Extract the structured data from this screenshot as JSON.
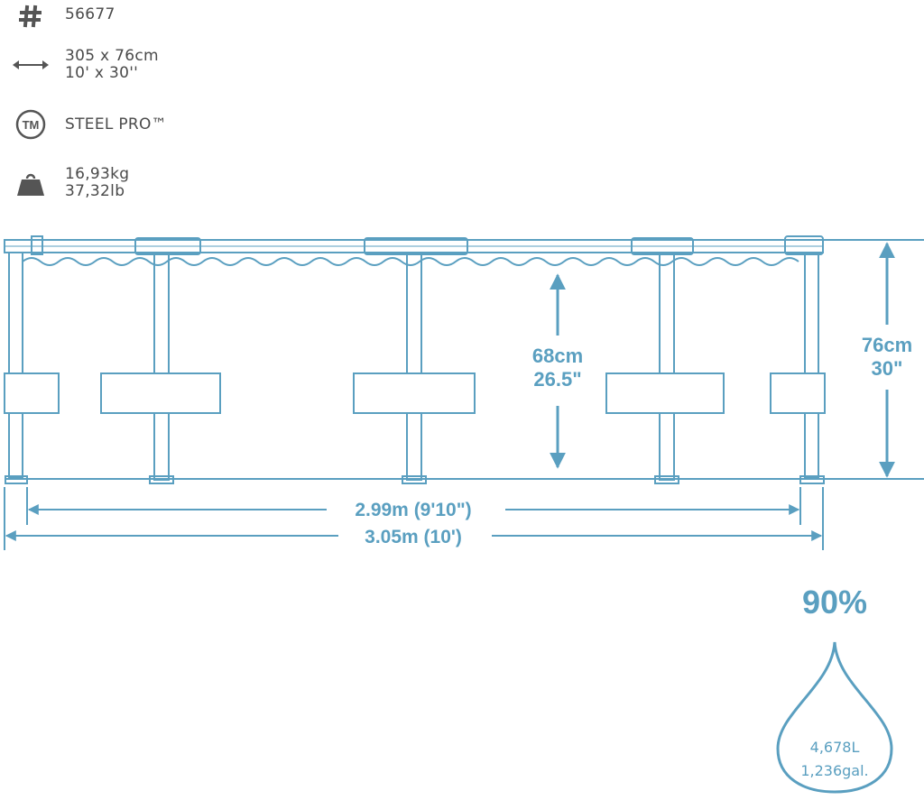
{
  "specs": {
    "item_number": "56677",
    "size_metric": "305 x 76cm",
    "size_imperial": "10' x 30''",
    "brand": "STEEL PRO™",
    "weight_kg": "16,93kg",
    "weight_lb": "37,32lb",
    "tm_badge": "TM"
  },
  "dimensions": {
    "water_height_cm": "68cm",
    "water_height_in": "26.5\"",
    "wall_height_cm": "76cm",
    "wall_height_in": "30\"",
    "inner_width": "2.99m (9'10\")",
    "outer_width": "3.05m (10')"
  },
  "capacity": {
    "fill_percent": "90%",
    "liters": "4,678L",
    "gallons": "1,236gal."
  },
  "colors": {
    "line": "#5a9fc0",
    "text": "#4a4a4a",
    "icon": "#555555"
  },
  "icons": [
    "hash-icon",
    "double-arrow-icon",
    "trademark-icon",
    "weight-icon"
  ]
}
